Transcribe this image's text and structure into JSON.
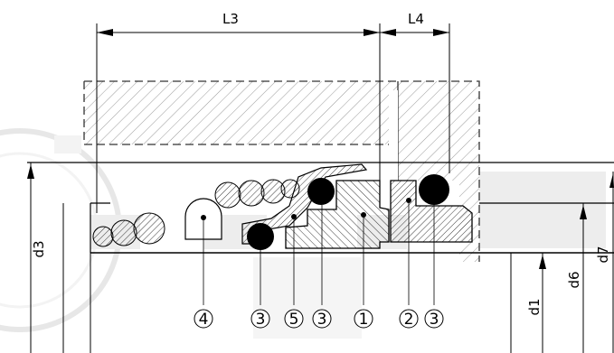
{
  "diagram": {
    "dimensions": {
      "l3": "L3",
      "l4": "L4",
      "d3": "d3",
      "d1": "d1",
      "d6": "d6",
      "d7": "d7"
    },
    "callouts": [
      "4",
      "3",
      "5",
      "3",
      "1",
      "2",
      "3"
    ]
  }
}
